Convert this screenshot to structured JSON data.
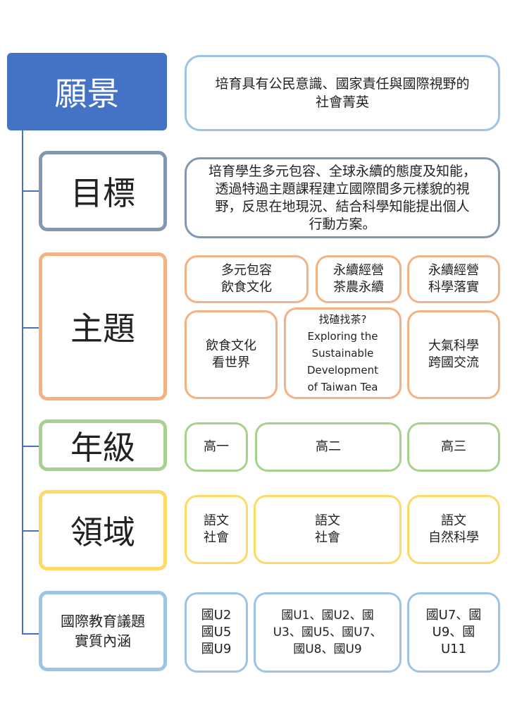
{
  "rows": {
    "vision": {
      "label": "願景",
      "cells": [
        "培育具有公民意識、國家責任與國際視野的\n社會菁英"
      ]
    },
    "goal": {
      "label": "目標",
      "cells": [
        "培育學生多元包容、全球永續的態度及知能，\n透過特過主題課程建立國際間多元樣貌的視\n野，反思在地現況、結合科學知能提出個人\n行動方案。"
      ]
    },
    "theme": {
      "label": "主題",
      "cells": [
        "多元包容\n飲食文化",
        "永續經營\n茶農永續",
        "永續經營\n科學落實",
        "飲食文化\n看世界",
        "找碴找茶?\nExploring the\nSustainable\nDevelopment\nof Taiwan Tea",
        "大氣科學\n跨國交流"
      ]
    },
    "grade": {
      "label": "年級",
      "cells": [
        "高一",
        "高二",
        "高三"
      ]
    },
    "domain": {
      "label": "領域",
      "cells": [
        "語文\n社會",
        "語文\n社會",
        "語文\n自然科學"
      ]
    },
    "intl": {
      "label": "國際教育議題\n實質內涵",
      "cells": [
        "國U2\n國U5\n國U9",
        "國U1、國U2、國\nU3、國U5、國U7、\n國U8、國U9",
        "國U7、國\nU9、國\nU11"
      ]
    }
  },
  "colors": {
    "vision": "#4472c4",
    "goal": "#8497b0",
    "theme": "#f4b183",
    "grade": "#a9d18e",
    "domain": "#ffd966",
    "intl": "#9dc3e6"
  }
}
